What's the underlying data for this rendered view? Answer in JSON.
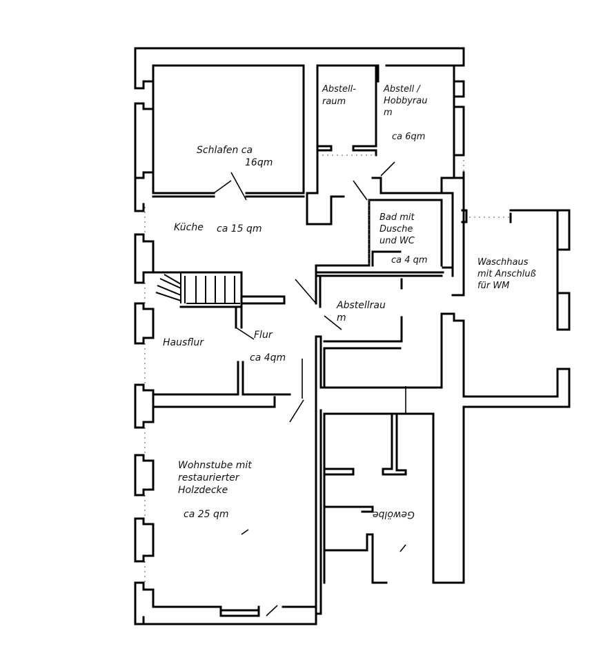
{
  "rooms": {
    "schlafen_line1": "Schlafen ca",
    "schlafen_line2": "16qm",
    "abstellraum_top_line1": "Abstell-",
    "abstellraum_top_line2": "raum",
    "hobby_line1": "Abstell /",
    "hobby_line2": "Hobbyrau",
    "hobby_line3": "m",
    "hobby_area": "ca 6qm",
    "kueche": "Küche",
    "kueche_area": "ca 15 qm",
    "bad_line1": "Bad mit",
    "bad_line2": "Dusche",
    "bad_line3": "und WC",
    "bad_area": "ca 4 qm",
    "waschhaus_line1": "Waschhaus",
    "waschhaus_line2": "mit Anschluß",
    "waschhaus_line3": "für WM",
    "abstellraum_mid_line1": "Abstellrau",
    "abstellraum_mid_line2": "m",
    "hausflur": "Hausflur",
    "flur": "Flur",
    "flur_area": "ca 4qm",
    "wohnstube_line1": "Wohnstube mit",
    "wohnstube_line2": "restaurierter",
    "wohnstube_line3": "Holzdecke",
    "wohnstube_area": "ca 25 qm",
    "gewoelbe": "Gewölbe"
  }
}
